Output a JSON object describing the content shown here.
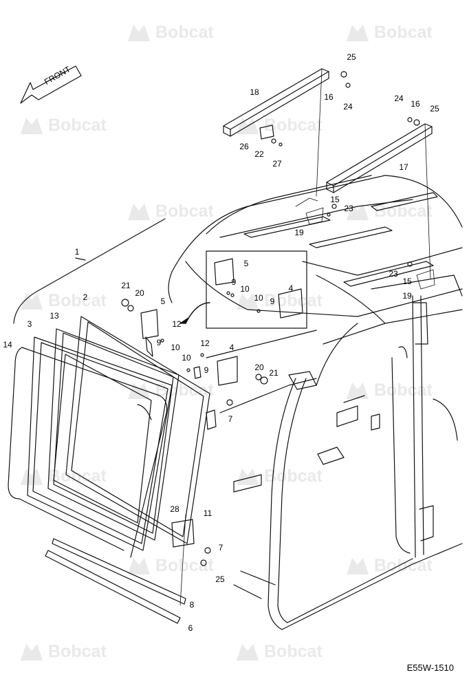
{
  "watermark": {
    "text": "Bobcat"
  },
  "front_arrow": {
    "label": "FRONT"
  },
  "drawing_code": "E55W-1510",
  "callouts": [
    {
      "id": "c25a",
      "text": "25"
    },
    {
      "id": "c18",
      "text": "18"
    },
    {
      "id": "c16a",
      "text": "16"
    },
    {
      "id": "c24a",
      "text": "24"
    },
    {
      "id": "c24b",
      "text": "24"
    },
    {
      "id": "c16b",
      "text": "16"
    },
    {
      "id": "c25b",
      "text": "25"
    },
    {
      "id": "c26",
      "text": "26"
    },
    {
      "id": "c22",
      "text": "22"
    },
    {
      "id": "c27",
      "text": "27"
    },
    {
      "id": "c17",
      "text": "17"
    },
    {
      "id": "c15a",
      "text": "15"
    },
    {
      "id": "c23a",
      "text": "23"
    },
    {
      "id": "c19a",
      "text": "19"
    },
    {
      "id": "c1",
      "text": "1"
    },
    {
      "id": "c5a",
      "text": "5"
    },
    {
      "id": "c9a",
      "text": "9"
    },
    {
      "id": "c10a",
      "text": "10"
    },
    {
      "id": "c10b",
      "text": "10"
    },
    {
      "id": "c9b",
      "text": "9"
    },
    {
      "id": "c4a",
      "text": "4"
    },
    {
      "id": "c23b",
      "text": "23"
    },
    {
      "id": "c15b",
      "text": "15"
    },
    {
      "id": "c19b",
      "text": "19"
    },
    {
      "id": "c21a",
      "text": "21"
    },
    {
      "id": "c20a",
      "text": "20"
    },
    {
      "id": "c2",
      "text": "2"
    },
    {
      "id": "c5b",
      "text": "5"
    },
    {
      "id": "c3",
      "text": "3"
    },
    {
      "id": "c13",
      "text": "13"
    },
    {
      "id": "c12a",
      "text": "12"
    },
    {
      "id": "c9c",
      "text": "9"
    },
    {
      "id": "c10c",
      "text": "10"
    },
    {
      "id": "c14",
      "text": "14"
    },
    {
      "id": "c12b",
      "text": "12"
    },
    {
      "id": "c4b",
      "text": "4"
    },
    {
      "id": "c10d",
      "text": "10"
    },
    {
      "id": "c9d",
      "text": "9"
    },
    {
      "id": "c20b",
      "text": "20"
    },
    {
      "id": "c21b",
      "text": "21"
    },
    {
      "id": "c7a",
      "text": "7"
    },
    {
      "id": "c28",
      "text": "28"
    },
    {
      "id": "c11",
      "text": "11"
    },
    {
      "id": "c7b",
      "text": "7"
    },
    {
      "id": "c25c",
      "text": "25"
    },
    {
      "id": "c8",
      "text": "8"
    },
    {
      "id": "c6",
      "text": "6"
    }
  ]
}
